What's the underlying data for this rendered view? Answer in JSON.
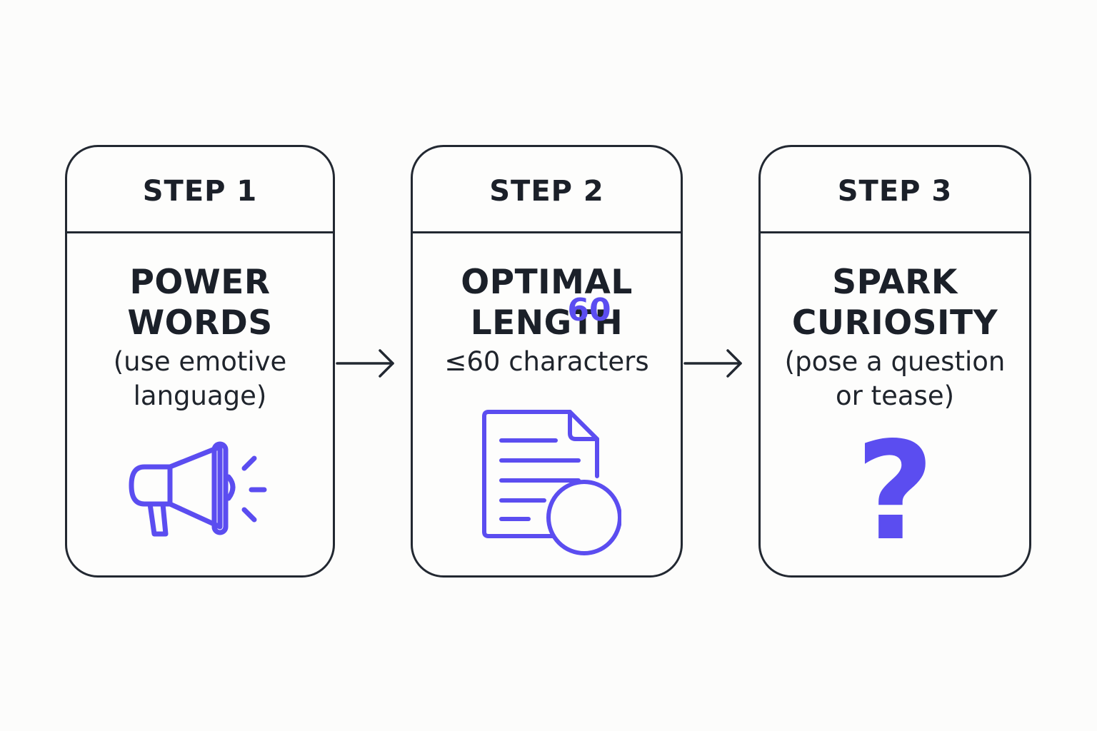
{
  "steps": [
    {
      "label": "STEP 1",
      "title_line1": "POWER",
      "title_line2": "WORDS",
      "desc_line1": "(use emotive",
      "desc_line2": "language)",
      "icon": "megaphone-icon"
    },
    {
      "label": "STEP 2",
      "title_line1": "OPTIMAL",
      "title_line2": "LENGTH",
      "desc_line1": "≤60 characters",
      "desc_line2": "",
      "icon": "document-icon",
      "badge": "60"
    },
    {
      "label": "STEP 3",
      "title_line1": "SPARK",
      "title_line2": "CURIOSITY",
      "desc_line1": "(pose a question",
      "desc_line2": "or tease)",
      "icon": "question-mark-icon",
      "glyph": "?"
    }
  ],
  "colors": {
    "accent": "#5b4df0",
    "outline": "#222831",
    "text": "#1b2029",
    "background": "#fcfcfb"
  }
}
